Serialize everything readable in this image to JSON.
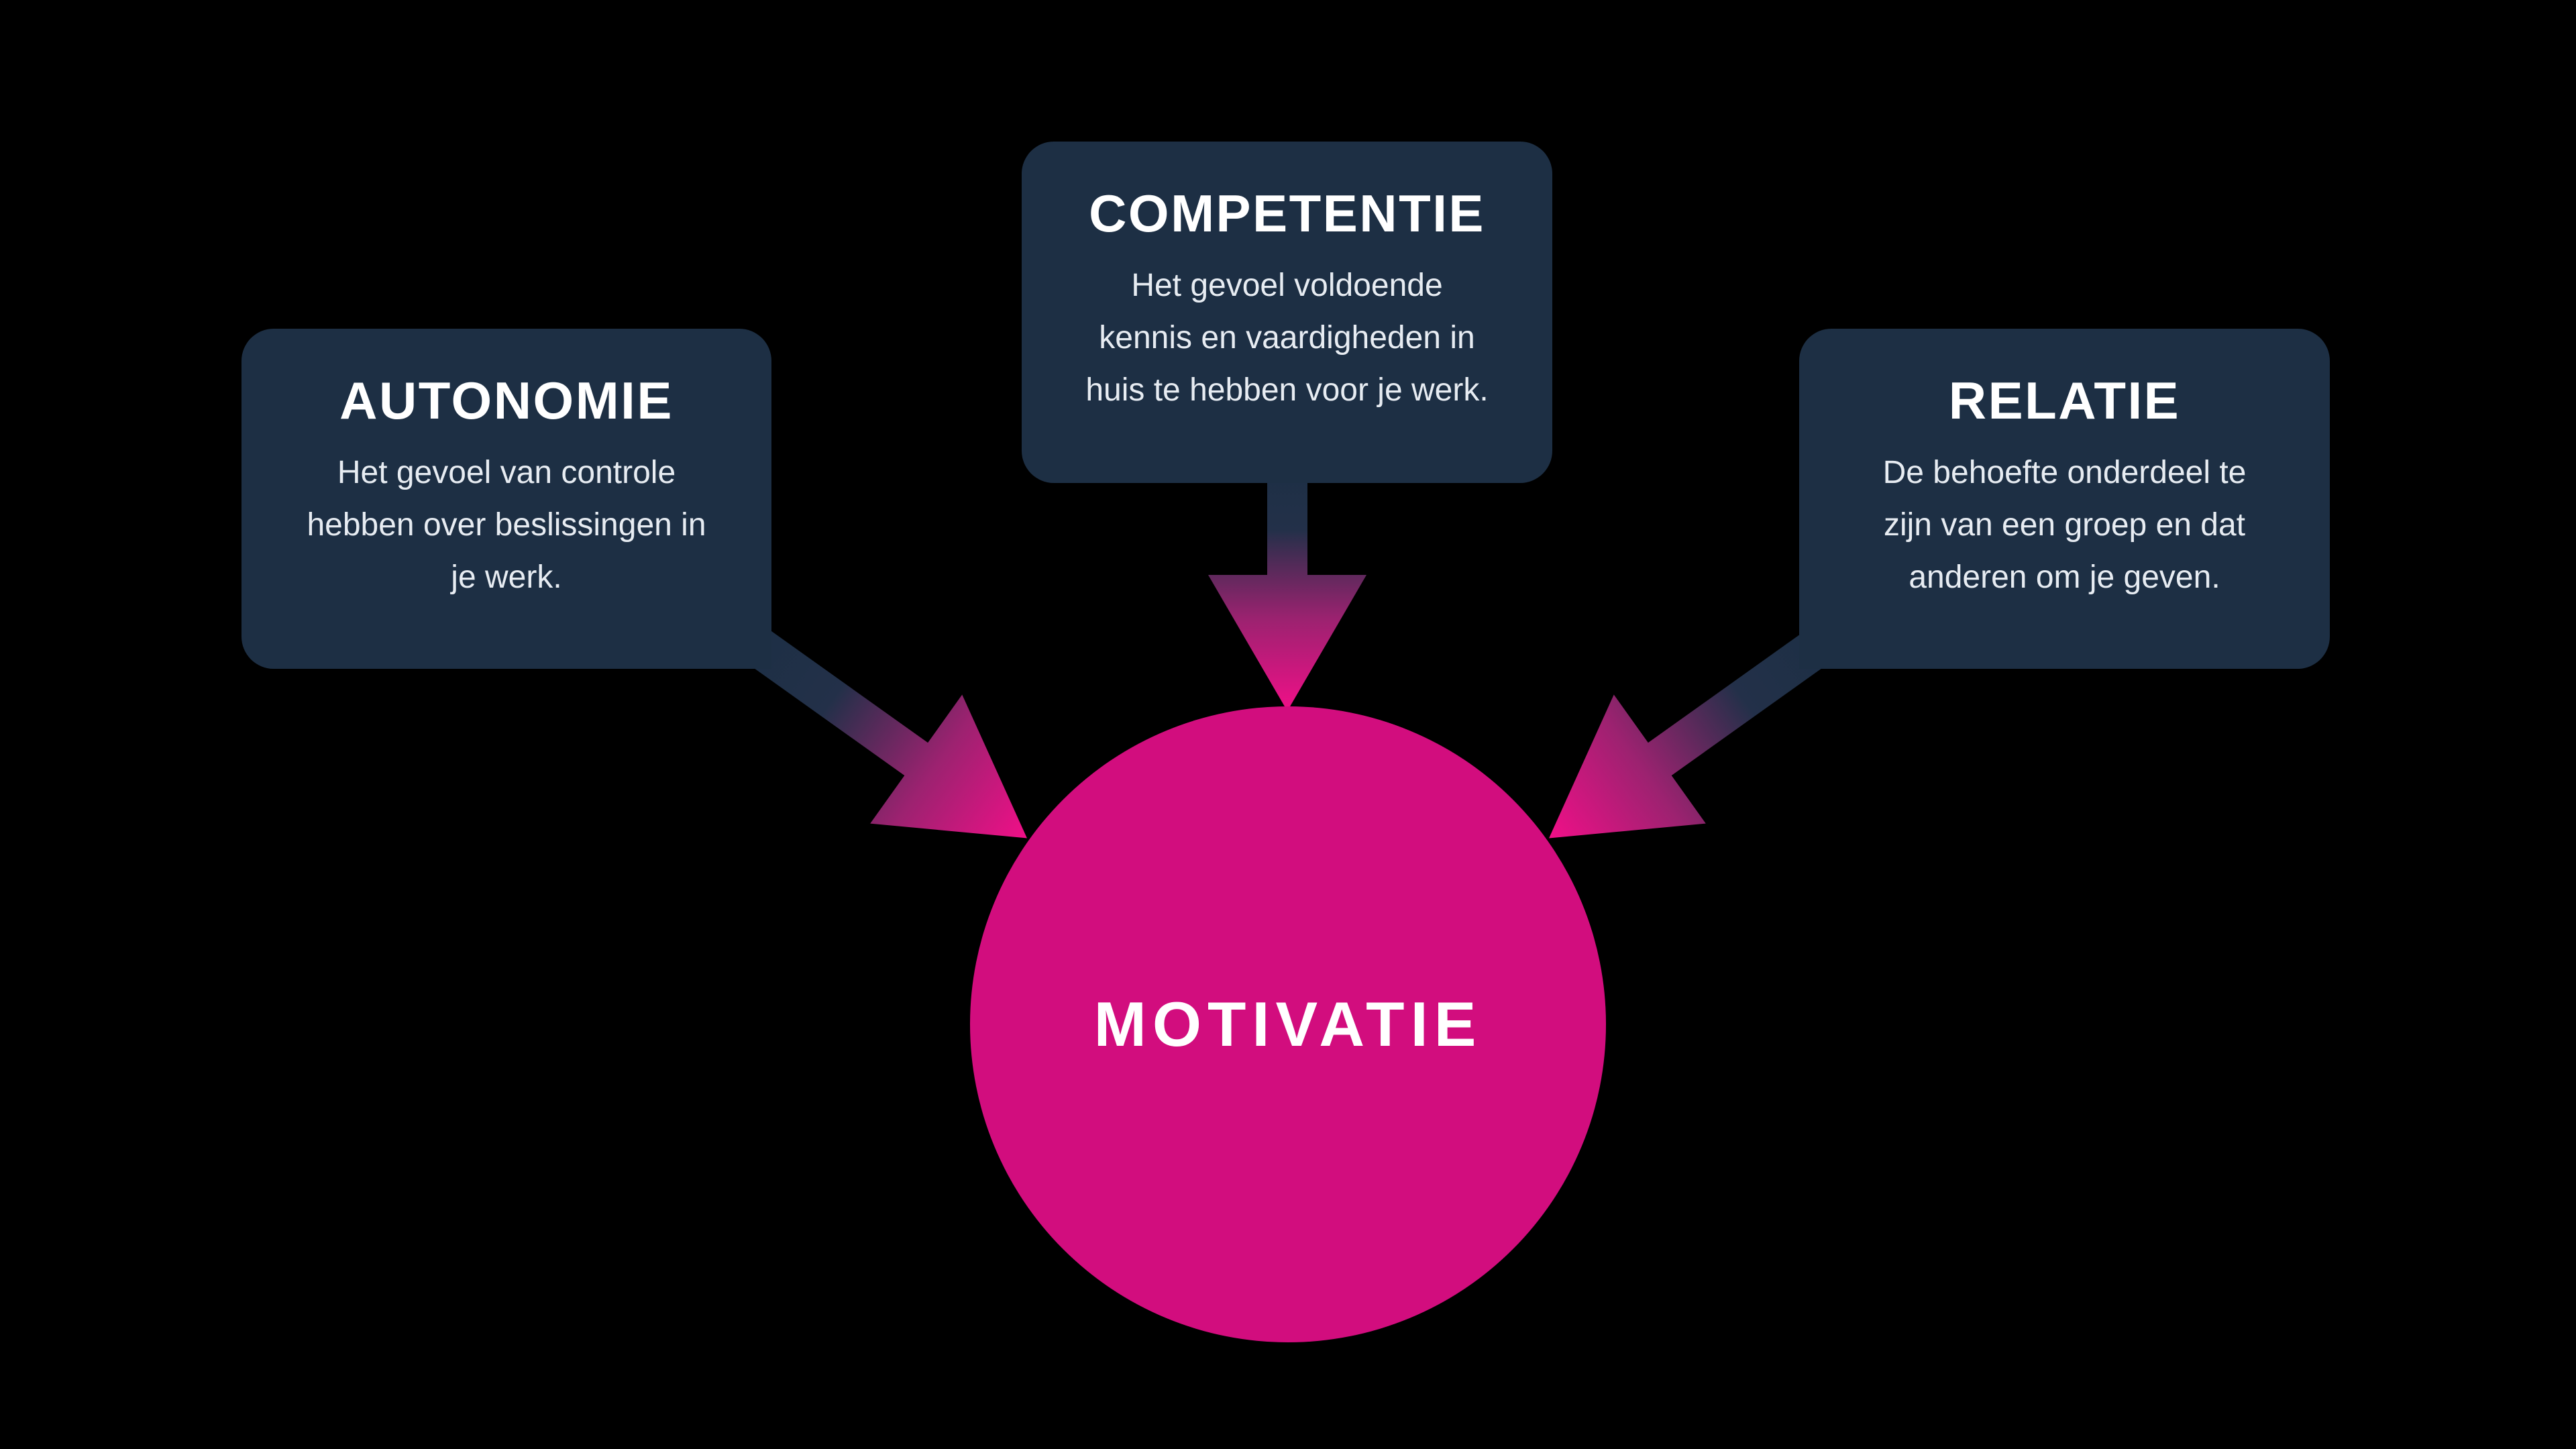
{
  "diagram": {
    "background_color": "#000000",
    "card_color": "#1d2f44",
    "circle_color": "#d20d7e",
    "arrow_gradient_start": "#1d2f45",
    "arrow_gradient_end": "#f10f88",
    "heading_text_color": "#ffffff",
    "body_text_color": "#e7ecf2",
    "center": {
      "title": "MOTIVATIE"
    },
    "nodes": [
      {
        "id": "autonomie",
        "title": "AUTONOMIE",
        "description_lines": [
          "Het gevoel van controle",
          "hebben over beslissingen in",
          "je werk."
        ]
      },
      {
        "id": "competentie",
        "title": "COMPETENTIE",
        "description_lines": [
          "Het gevoel voldoende",
          "kennis en vaardigheden in",
          "huis te hebben voor je werk."
        ]
      },
      {
        "id": "relatie",
        "title": "RELATIE",
        "description_lines": [
          "De behoefte onderdeel te",
          "zijn van een groep en dat",
          "anderen om je geven."
        ]
      }
    ]
  }
}
